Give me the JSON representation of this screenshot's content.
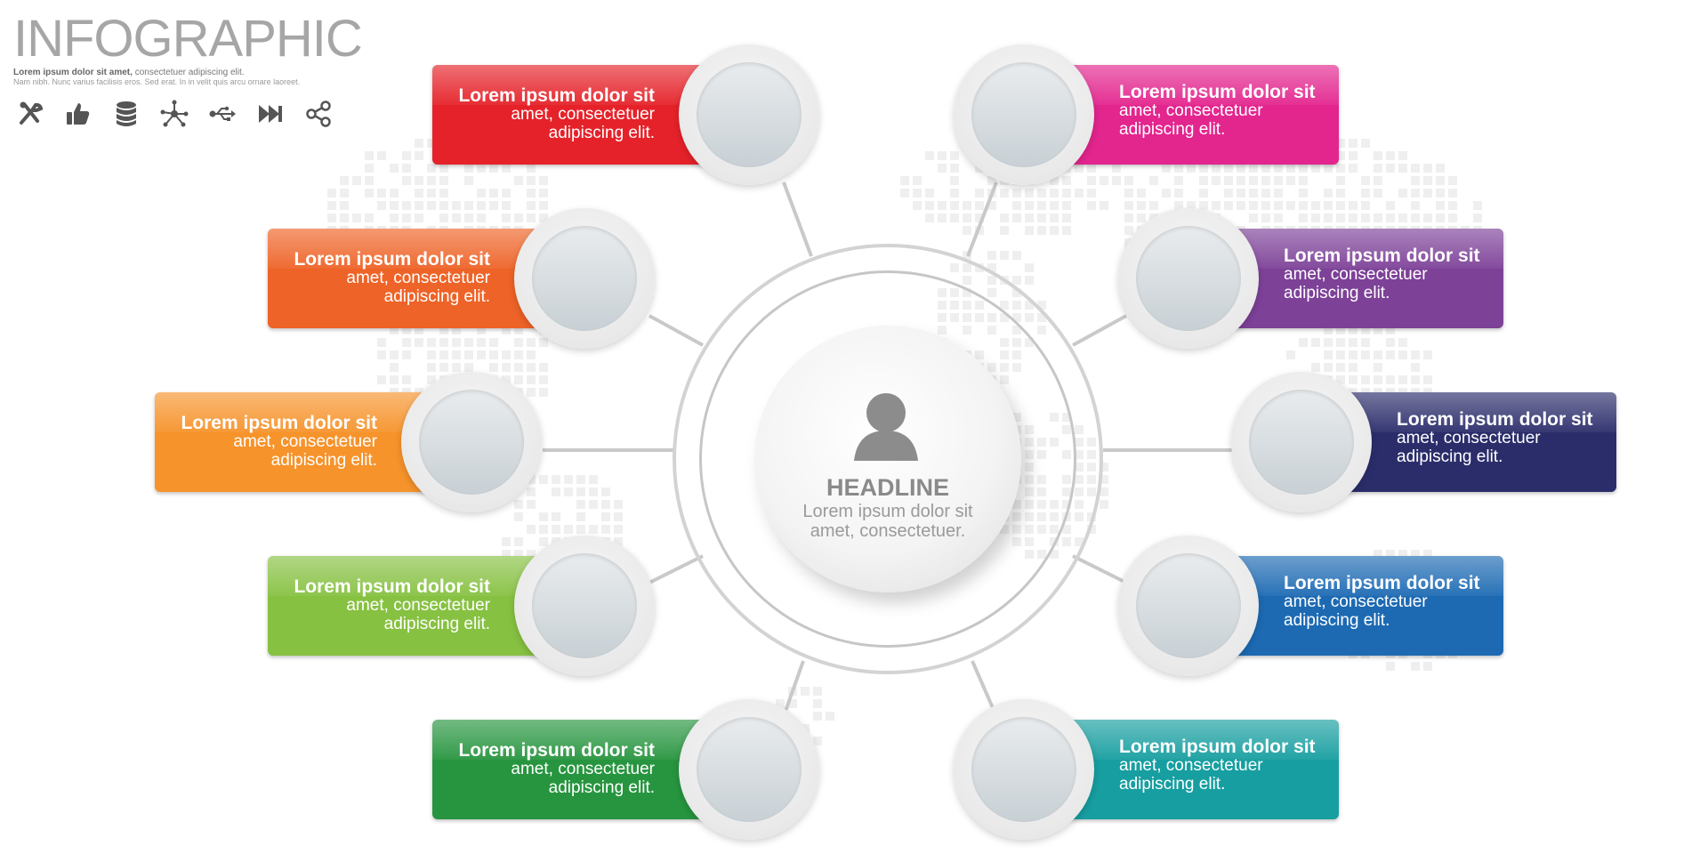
{
  "header": {
    "title": "INFOGRAPHIC",
    "subtitle_bold": "Lorem ipsum dolor sit amet,",
    "subtitle_rest": "consectetuer adipiscing elit.",
    "subtitle_line2": "Nam nibh. Nunc varius facilisis eros. Sed erat. In in velit quis arcu ornare laoreet."
  },
  "icons": [
    "tools-icon",
    "thumbs-up-icon",
    "database-icon",
    "network-icon",
    "usb-icon",
    "fast-forward-icon",
    "share-icon"
  ],
  "center": {
    "headline": "HEADLINE",
    "line1": "Lorem ipsum dolor sit",
    "line2": "amet, consectetuer."
  },
  "items": [
    {
      "side": "left",
      "color": "#e52229",
      "line1": "Lorem ipsum dolor sit",
      "line2": "amet, consectetuer",
      "line3": "adipiscing elit."
    },
    {
      "side": "left",
      "color": "#ee6327",
      "line1": "Lorem ipsum dolor sit",
      "line2": "amet, consectetuer",
      "line3": "adipiscing elit."
    },
    {
      "side": "left",
      "color": "#f6932b",
      "line1": "Lorem ipsum dolor sit",
      "line2": "amet, consectetuer",
      "line3": "adipiscing elit."
    },
    {
      "side": "left",
      "color": "#87c142",
      "line1": "Lorem ipsum dolor sit",
      "line2": "amet, consectetuer",
      "line3": "adipiscing elit."
    },
    {
      "side": "left",
      "color": "#27953f",
      "line1": "Lorem ipsum dolor sit",
      "line2": "amet, consectetuer",
      "line3": "adipiscing elit."
    },
    {
      "side": "right",
      "color": "#e3258e",
      "line1": "Lorem ipsum dolor sit",
      "line2": "amet, consectetuer",
      "line3": "adipiscing elit."
    },
    {
      "side": "right",
      "color": "#7d4198",
      "line1": "Lorem ipsum dolor sit",
      "line2": "amet, consectetuer",
      "line3": "adipiscing elit."
    },
    {
      "side": "right",
      "color": "#2b2d6b",
      "line1": "Lorem ipsum dolor sit",
      "line2": "amet, consectetuer",
      "line3": "adipiscing elit."
    },
    {
      "side": "right",
      "color": "#1d6ab3",
      "line1": "Lorem ipsum dolor sit",
      "line2": "amet, consectetuer",
      "line3": "adipiscing elit."
    },
    {
      "side": "right",
      "color": "#179ea0",
      "line1": "Lorem ipsum dolor sit",
      "line2": "amet, consectetuer",
      "line3": "adipiscing elit."
    }
  ]
}
